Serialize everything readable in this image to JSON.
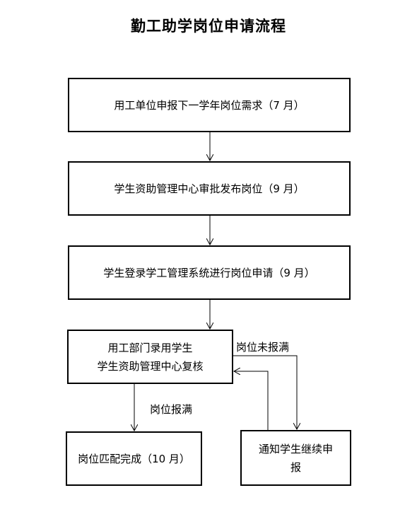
{
  "title": "勤工助学岗位申请流程",
  "steps": {
    "step1": "用工单位申报下一学年岗位需求（7 月）",
    "step2": "学生资助管理中心审批发布岗位（9 月）",
    "step3": "学生登录学工管理系统进行岗位申请（9 月）",
    "step4": {
      "line1": "用工部门录用学生",
      "line2": "学生资助管理中心复核"
    },
    "step5": "岗位匹配完成（10 月）",
    "step6": {
      "line1": "通知学生继续申",
      "line2": "报"
    }
  },
  "edge_labels": {
    "full": "岗位报满",
    "not_full": "岗位未报满"
  },
  "colors": {
    "line": "#000000",
    "background": "#ffffff"
  }
}
